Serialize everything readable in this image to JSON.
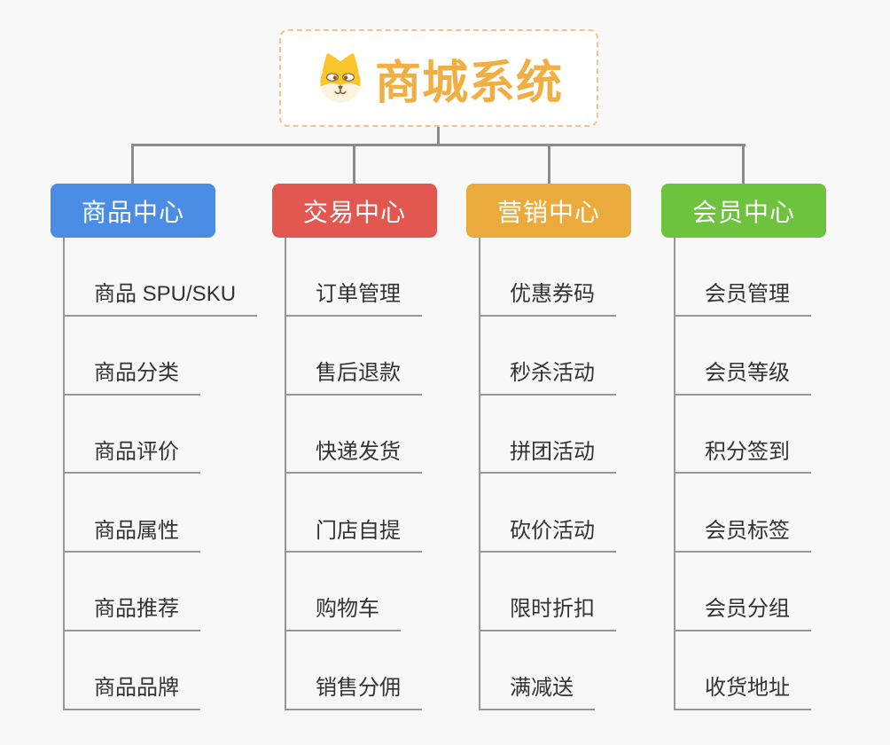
{
  "canvas": {
    "background": "#f8f8f8",
    "connector_color": "#8c8c8c"
  },
  "root": {
    "title": "商城系统",
    "icon": "shiba-dog-icon",
    "title_color": "#F0AE43",
    "border_color": "#F2C586"
  },
  "branches": [
    {
      "label": "商品中心",
      "color": "#4B8DE4",
      "items": [
        "商品 SPU/SKU",
        "商品分类",
        "商品评价",
        "商品属性",
        "商品推荐",
        "商品品牌"
      ]
    },
    {
      "label": "交易中心",
      "color": "#E25750",
      "items": [
        "订单管理",
        "售后退款",
        "快递发货",
        "门店自提",
        "购物车",
        "销售分佣"
      ]
    },
    {
      "label": "营销中心",
      "color": "#EBAB3C",
      "items": [
        "优惠券码",
        "秒杀活动",
        "拼团活动",
        "砍价活动",
        "限时折扣",
        "满减送"
      ]
    },
    {
      "label": "会员中心",
      "color": "#6DC23E",
      "items": [
        "会员管理",
        "会员等级",
        "积分签到",
        "会员标签",
        "会员分组",
        "收货地址"
      ]
    }
  ]
}
